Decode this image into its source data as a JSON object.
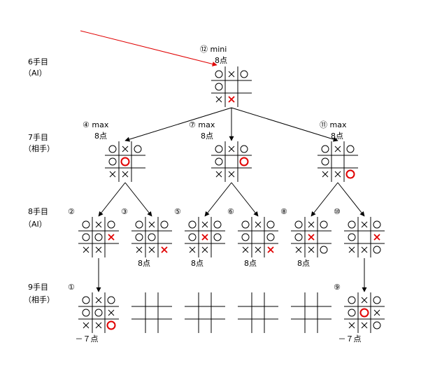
{
  "row_labels": [
    {
      "title": "6手目",
      "sub": "（AI）"
    },
    {
      "title": "7手目",
      "sub": "（相手）"
    },
    {
      "title": "8手目",
      "sub": "（AI）"
    },
    {
      "title": "9手目",
      "sub": "（相手）"
    }
  ],
  "nodes": [
    {
      "id": "n12",
      "label": "⑫ mini",
      "score": "8点",
      "board": [
        "O",
        "X",
        "O",
        "O",
        "",
        "",
        "X",
        "X",
        ""
      ],
      "highlight": 7
    },
    {
      "id": "n4",
      "label": "④ max",
      "score": "8点",
      "board": [
        "O",
        "X",
        "O",
        "O",
        "O",
        "",
        "X",
        "X",
        ""
      ],
      "highlight": 4
    },
    {
      "id": "n7",
      "label": "⑦ max",
      "score": "8点",
      "board": [
        "O",
        "X",
        "O",
        "O",
        "",
        "O",
        "X",
        "X",
        ""
      ],
      "highlight": 5
    },
    {
      "id": "n11",
      "label": "⑪ max",
      "score": "8点",
      "board": [
        "O",
        "X",
        "O",
        "O",
        "",
        "",
        "X",
        "X",
        "O"
      ],
      "highlight": 8
    },
    {
      "id": "n2",
      "label": "②",
      "score": "",
      "board": [
        "O",
        "X",
        "O",
        "O",
        "O",
        "X",
        "X",
        "X",
        ""
      ],
      "highlight": 5
    },
    {
      "id": "n3",
      "label": "③",
      "score": "8点",
      "board": [
        "O",
        "X",
        "O",
        "O",
        "O",
        "",
        "X",
        "X",
        "X"
      ],
      "highlight": 8
    },
    {
      "id": "n5",
      "label": "⑤",
      "score": "8点",
      "board": [
        "O",
        "X",
        "O",
        "O",
        "X",
        "O",
        "X",
        "X",
        ""
      ],
      "highlight": 4
    },
    {
      "id": "n6",
      "label": "⑥",
      "score": "8点",
      "board": [
        "O",
        "X",
        "O",
        "O",
        "",
        "O",
        "X",
        "X",
        "X"
      ],
      "highlight": 8
    },
    {
      "id": "n8",
      "label": "⑧",
      "score": "8点",
      "board": [
        "O",
        "X",
        "O",
        "O",
        "X",
        "",
        "X",
        "X",
        "O"
      ],
      "highlight": 4
    },
    {
      "id": "n10",
      "label": "⑩",
      "score": "",
      "board": [
        "O",
        "X",
        "O",
        "O",
        "",
        "X",
        "X",
        "X",
        "O"
      ],
      "highlight": 5
    },
    {
      "id": "n1",
      "label": "①",
      "score": "－７点",
      "board": [
        "O",
        "X",
        "O",
        "O",
        "O",
        "X",
        "X",
        "X",
        "O"
      ],
      "highlight": 8
    },
    {
      "id": "e1",
      "label": "",
      "score": "",
      "board": [
        "",
        "",
        "",
        "",
        "",
        "",
        "",
        "",
        ""
      ],
      "highlight": -1
    },
    {
      "id": "e2",
      "label": "",
      "score": "",
      "board": [
        "",
        "",
        "",
        "",
        "",
        "",
        "",
        "",
        ""
      ],
      "highlight": -1
    },
    {
      "id": "e3",
      "label": "",
      "score": "",
      "board": [
        "",
        "",
        "",
        "",
        "",
        "",
        "",
        "",
        ""
      ],
      "highlight": -1
    },
    {
      "id": "e4",
      "label": "",
      "score": "",
      "board": [
        "",
        "",
        "",
        "",
        "",
        "",
        "",
        "",
        ""
      ],
      "highlight": -1
    },
    {
      "id": "n9",
      "label": "⑨",
      "score": "－７点",
      "board": [
        "O",
        "X",
        "O",
        "O",
        "O",
        "X",
        "X",
        "X",
        "O"
      ],
      "highlight": 4
    }
  ],
  "edges": [
    [
      "n12",
      "n4"
    ],
    [
      "n12",
      "n7"
    ],
    [
      "n12",
      "n11"
    ],
    [
      "n4",
      "n2"
    ],
    [
      "n4",
      "n3"
    ],
    [
      "n7",
      "n5"
    ],
    [
      "n7",
      "n6"
    ],
    [
      "n11",
      "n8"
    ],
    [
      "n11",
      "n10"
    ],
    [
      "n2",
      "n1"
    ],
    [
      "n10",
      "n9"
    ]
  ],
  "colors": {
    "highlight": "#e00000",
    "line": "#000000",
    "pointer": "#e00000"
  }
}
